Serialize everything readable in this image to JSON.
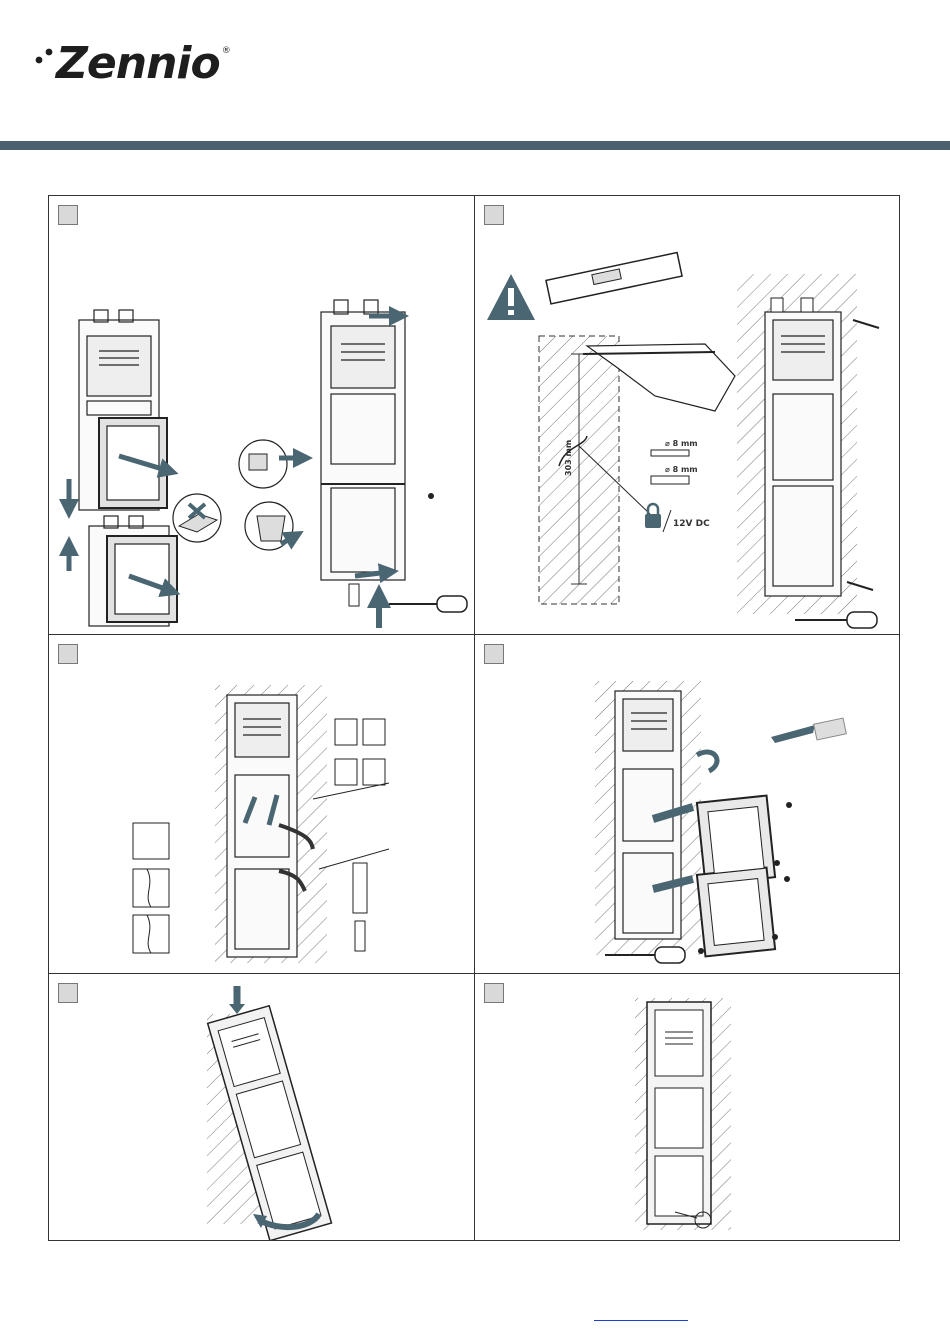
{
  "header": {
    "logo_text": "Zennio",
    "logo_mark": "®",
    "band_color": "#4c6170"
  },
  "steps": [
    {
      "number": ""
    },
    {
      "number": ""
    },
    {
      "number": ""
    },
    {
      "number": ""
    },
    {
      "number": ""
    },
    {
      "number": ""
    }
  ],
  "install": {
    "height_label": "303 mm",
    "drill_size_1": "⌀ 8 mm",
    "drill_size_2": "⌀ 8 mm",
    "power_label": "12V DC"
  },
  "colors": {
    "arrow": "#4a6672",
    "line": "#222222",
    "hatch": "#555555"
  },
  "footer": {
    "link_text": ""
  }
}
